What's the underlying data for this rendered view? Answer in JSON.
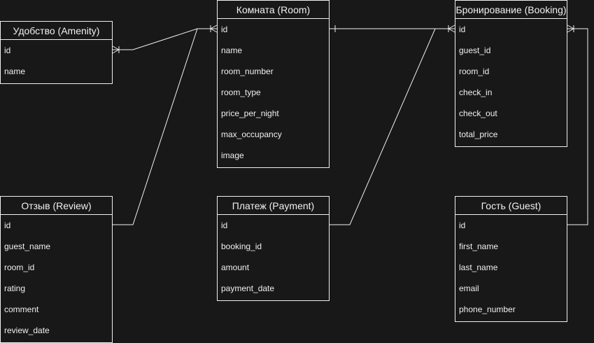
{
  "diagram": {
    "background": "#181818",
    "stroke": "#f0f0f0",
    "entities": [
      {
        "key": "amenity",
        "title": "Удобство (Amenity)",
        "fields": [
          "id",
          "name"
        ]
      },
      {
        "key": "room",
        "title": "Комната (Room)",
        "fields": [
          "id",
          "name",
          "room_number",
          "room_type",
          "price_per_night",
          "max_occupancy",
          "image"
        ]
      },
      {
        "key": "booking",
        "title": "Бронирование (Booking)",
        "fields": [
          "id",
          "guest_id",
          "room_id",
          "check_in",
          "check_out",
          "total_price"
        ]
      },
      {
        "key": "review",
        "title": "Отзыв (Review)",
        "fields": [
          "id",
          "guest_name",
          "room_id",
          "rating",
          "comment",
          "review_date"
        ]
      },
      {
        "key": "payment",
        "title": "Платеж (Payment)",
        "fields": [
          "id",
          "booking_id",
          "amount",
          "payment_date"
        ]
      },
      {
        "key": "guest",
        "title": "Гость (Guest)",
        "fields": [
          "id",
          "first_name",
          "last_name",
          "email",
          "phone_number"
        ]
      }
    ],
    "relationships": [
      {
        "from": "amenity",
        "to": "room",
        "from_end": "many",
        "to_end": "many"
      },
      {
        "from": "review",
        "to": "room",
        "from_end": "none",
        "to_end": "many"
      },
      {
        "from": "room",
        "to": "booking",
        "from_end": "one",
        "to_end": "many"
      },
      {
        "from": "payment",
        "to": "booking",
        "from_end": "none",
        "to_end": "many"
      },
      {
        "from": "guest",
        "to": "booking",
        "from_end": "none",
        "to_end": "many"
      }
    ]
  }
}
